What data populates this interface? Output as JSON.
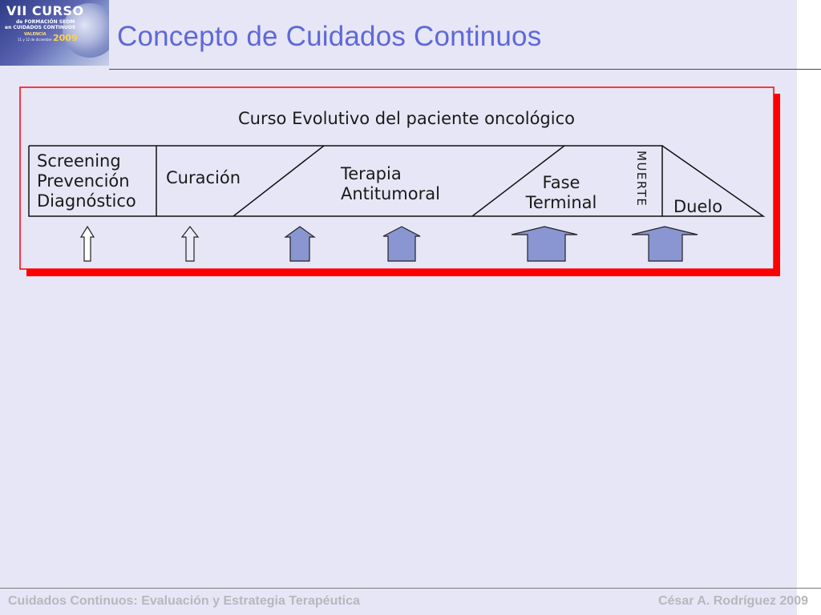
{
  "logo": {
    "line1": "VII CURSO",
    "line2": "de FORMACIÓN SEOM",
    "line3": "en CUIDADOS CONTINUOS",
    "line4": "VALENCIA",
    "line5": "2009",
    "line6": "11 y 12 de diciembre"
  },
  "title": "Concepto de Cuidados Continuos",
  "diagram": {
    "heading": "Curso Evolutivo del paciente oncológico",
    "phase1": [
      "Screening",
      "Prevención",
      "Diagnóstico"
    ],
    "phase2": "Curación",
    "phase3": [
      "Terapia",
      "Antitumoral"
    ],
    "phase4": [
      "Fase",
      "Terminal"
    ],
    "muerte": "MUERTE",
    "duelo": "Duelo",
    "colors": {
      "border": "#ff0000",
      "arrow_fill": "#8a96d2",
      "arrow_light": "#e9ecf8"
    }
  },
  "footer": {
    "left": "Cuidados Continuos: Evaluación y Estrategia Terapéutica",
    "right": "César A. Rodríguez 2009"
  }
}
